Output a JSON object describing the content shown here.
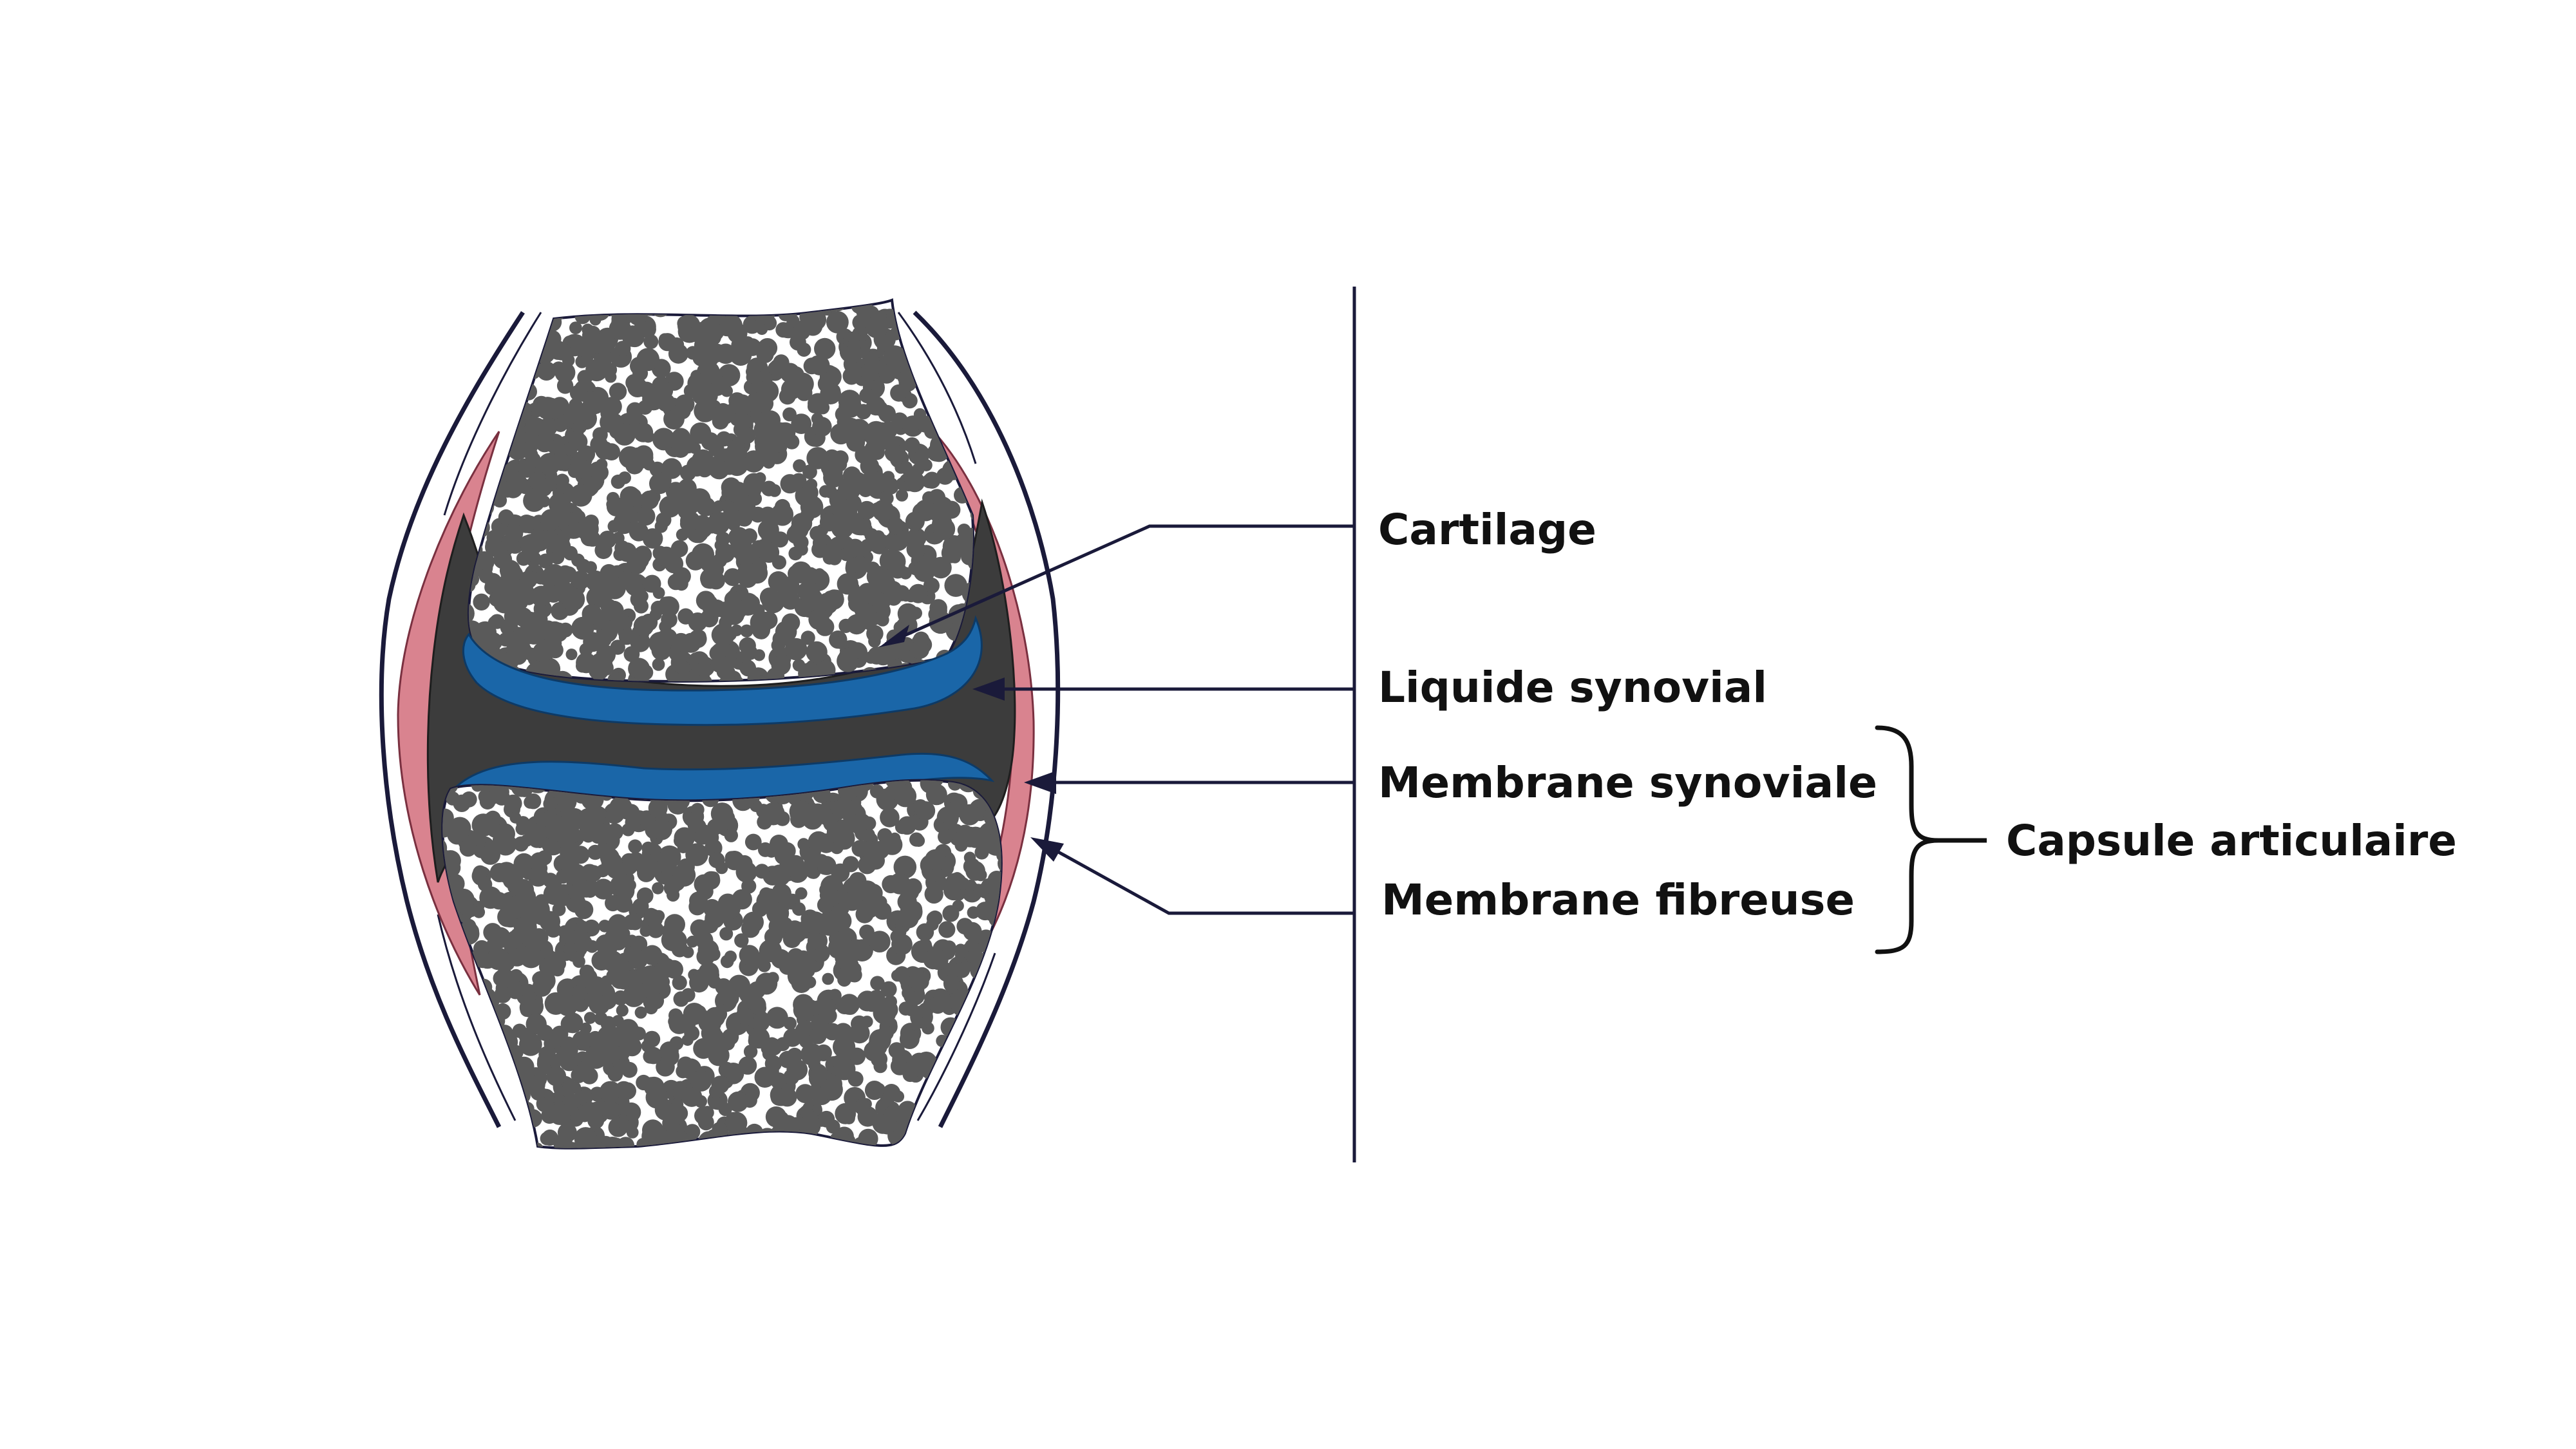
{
  "labels": {
    "cartilage": "Cartilage",
    "synovial_fluid": "Liquide synovial",
    "synovial_membrane": "Membrane synoviale",
    "fibrous_membrane": "Membrane fibreuse",
    "joint_capsule": "Capsule articulaire"
  },
  "colors": {
    "background": "#ffffff",
    "bone_dots": "#5a5a5a",
    "cartilage": "#1a66a8",
    "synovial_fluid": "#3c3c3c",
    "synovial_membrane": "#d9838f",
    "line": "#1a1a3a"
  }
}
